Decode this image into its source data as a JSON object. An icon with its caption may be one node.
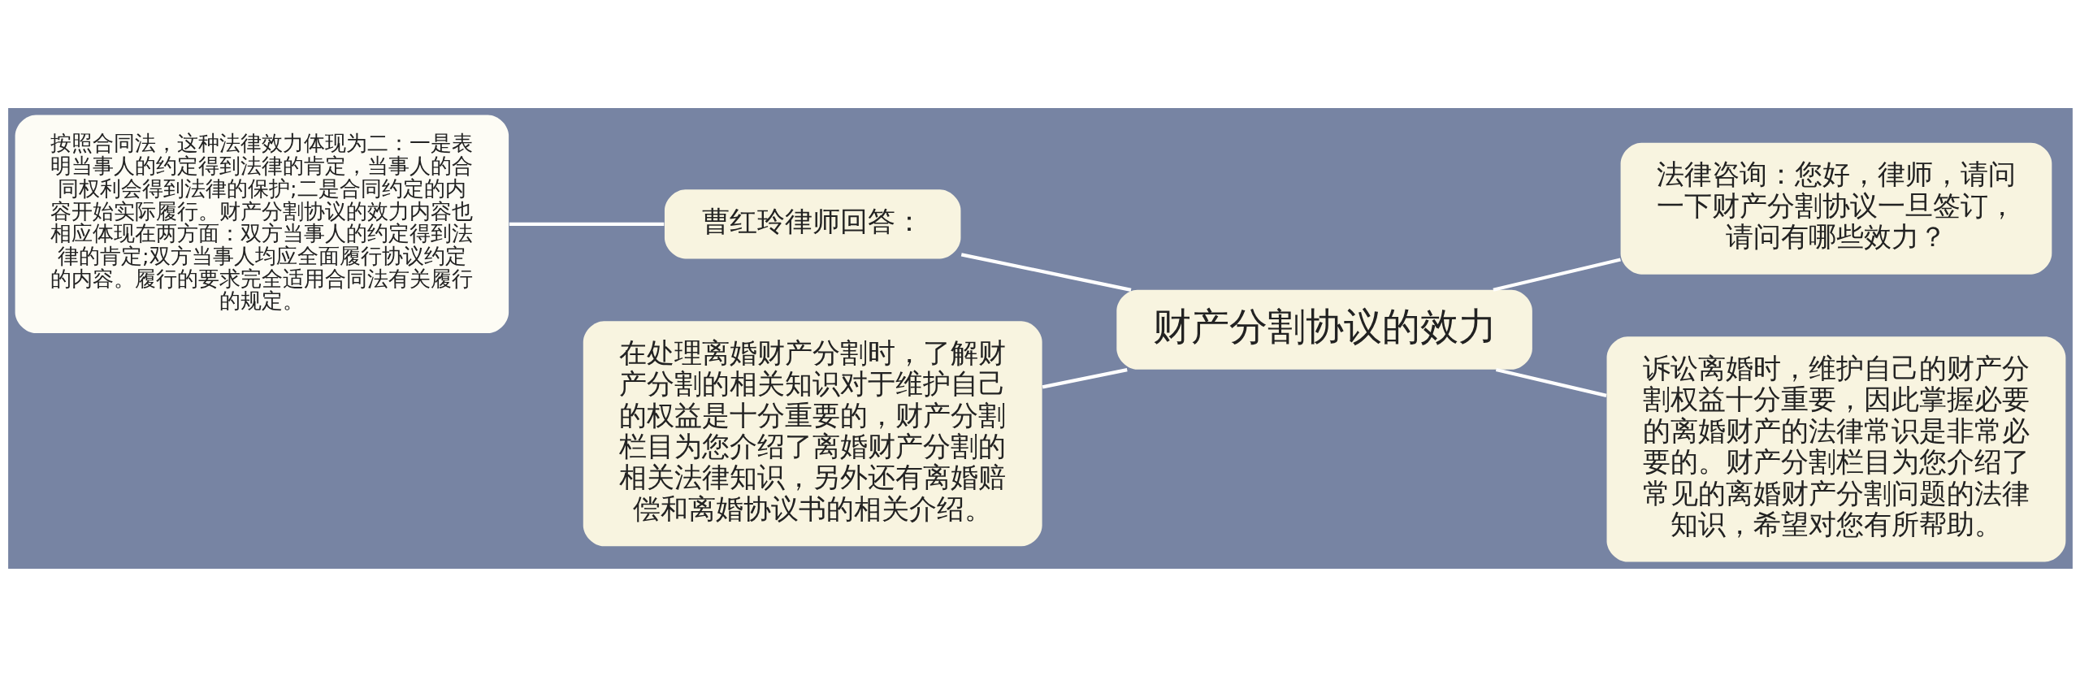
{
  "diagram": {
    "nodes": [
      {
        "text": [
          "财产分割协议的效力"
        ]
      },
      {
        "text": [
          "曹红玲律师回答："
        ]
      },
      {
        "text": [
          "按照合同法，这种法律效力体现为二：一是表明当事人的约定得到法律的肯定，当事人的合同权利会得到法律的保护;二是合同约定的内容开始实际履行。财产分割协议的效力内容也相应体现在两方面：双方当事人的约定得到法律的肯定;双方当事人均应全面履行协议约定的内容。履行的要求完全适用合同法有关履行的规定。"
        ]
      },
      {
        "text": [
          "法律咨询：您好，律师，请问一下财产分割协议一旦签订，请问有哪些效力？"
        ]
      },
      {
        "text": [
          "诉讼离婚时，维护自己的财产分割权益十分重要，因此掌握必要的离婚财产的法律常识是非常必要的。财产分割栏目为您介绍了常见的离婚财产分割问题的法律知识，希望对您有所帮助。"
        ]
      },
      {
        "text": [
          "在处理离婚财产分割时，了解财产分割的相关知识对于维护自己的权益是十分重要的，财产分割栏目为您介绍了离婚财产分割的相关法律知识，另外还有离婚赔偿和离婚协议书的相关介绍。"
        ]
      }
    ],
    "edges": [
      {
        "from": 0,
        "to": 1,
        "arrow": "none"
      },
      {
        "from": 1,
        "to": 2,
        "arrow": "none"
      },
      {
        "from": 0,
        "to": 3,
        "arrow": "none"
      },
      {
        "from": 0,
        "to": 4,
        "arrow": "none"
      },
      {
        "from": 0,
        "to": 5,
        "arrow": "none"
      }
    ]
  }
}
